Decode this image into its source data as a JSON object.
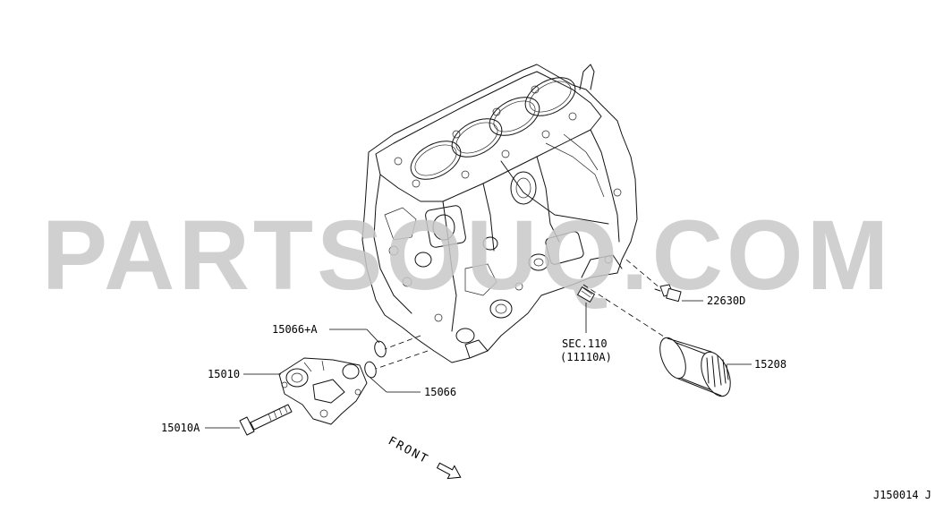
{
  "watermark": {
    "text": "PARTSOUQ.COM",
    "color": "#c8c8c8"
  },
  "labels": {
    "p22630d": "22630D",
    "p15208": "15208",
    "p15066a": "15066+A",
    "p15010": "15010",
    "p15066": "15066",
    "p15010a": "15010A",
    "sec_line1": "SEC.110",
    "sec_line2": "(11110A)"
  },
  "front_label": "FRONT",
  "diagram_code": "J150014 J"
}
